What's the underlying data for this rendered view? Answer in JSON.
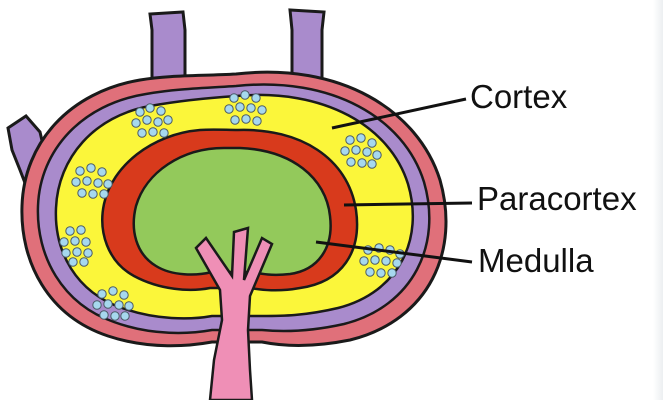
{
  "labels": {
    "cortex": "Cortex",
    "paracortex": "Paracortex",
    "medulla": "Medulla"
  },
  "colors": {
    "capsule": "#e0707a",
    "lymph_vessel": "#a98bcc",
    "cortex": "#fbf63a",
    "paracortex": "#d83a1c",
    "medulla": "#93c95b",
    "efferent_vessel": "#ef8fb6",
    "follicle_cell": "#a6d8ee",
    "outline": "#1a1a1a"
  },
  "icons": {
    "follicle": "follicle-cluster-icon"
  }
}
